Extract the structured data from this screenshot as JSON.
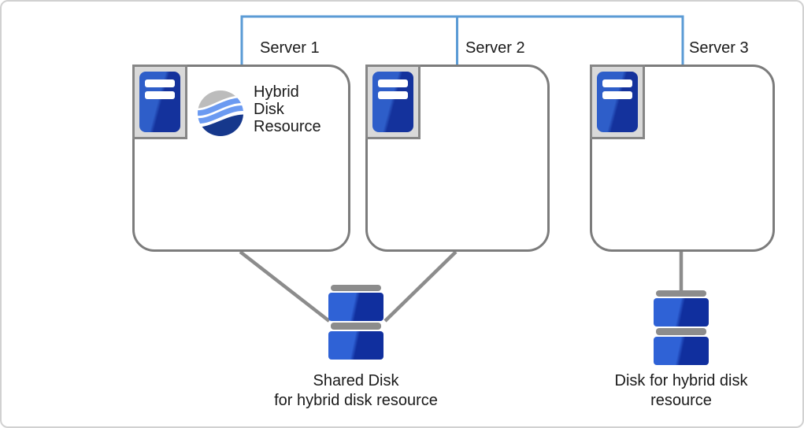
{
  "servers": [
    {
      "label": "Server 1"
    },
    {
      "label": "Server 2"
    },
    {
      "label": "Server 3"
    }
  ],
  "resource": {
    "label": "Hybrid\nDisk\nResource",
    "icon": "hybrid-disk-sphere-icon"
  },
  "disks": [
    {
      "label": "Shared Disk\nfor hybrid disk resource",
      "icon": "disk-stack-icon"
    },
    {
      "label": "Disk for hybrid disk\nresource",
      "icon": "disk-stack-icon"
    }
  ],
  "icons": {
    "server": "server-tower-icon",
    "disk": "disk-stack-icon",
    "resource": "hybrid-disk-sphere-icon"
  },
  "colors": {
    "network-line": "#5b9bd5",
    "box-border": "#7c7c7c",
    "connector": "#8c8c8c",
    "icon-frame-border": "#868686",
    "icon-frame-bg": "#d9d9d9",
    "tower-light": "#2e5ec9",
    "tower-dark": "#14329c",
    "disk-light": "#2f62d6",
    "disk-dark": "#102f9e",
    "disk-gray": "#8c8c8c",
    "sphere-gray": "#bcbcbc",
    "sphere-blue": "#6b9af1",
    "sphere-navy": "#16388c",
    "canvas-border": "#d1d1d1",
    "text": "#1a1a1a"
  }
}
